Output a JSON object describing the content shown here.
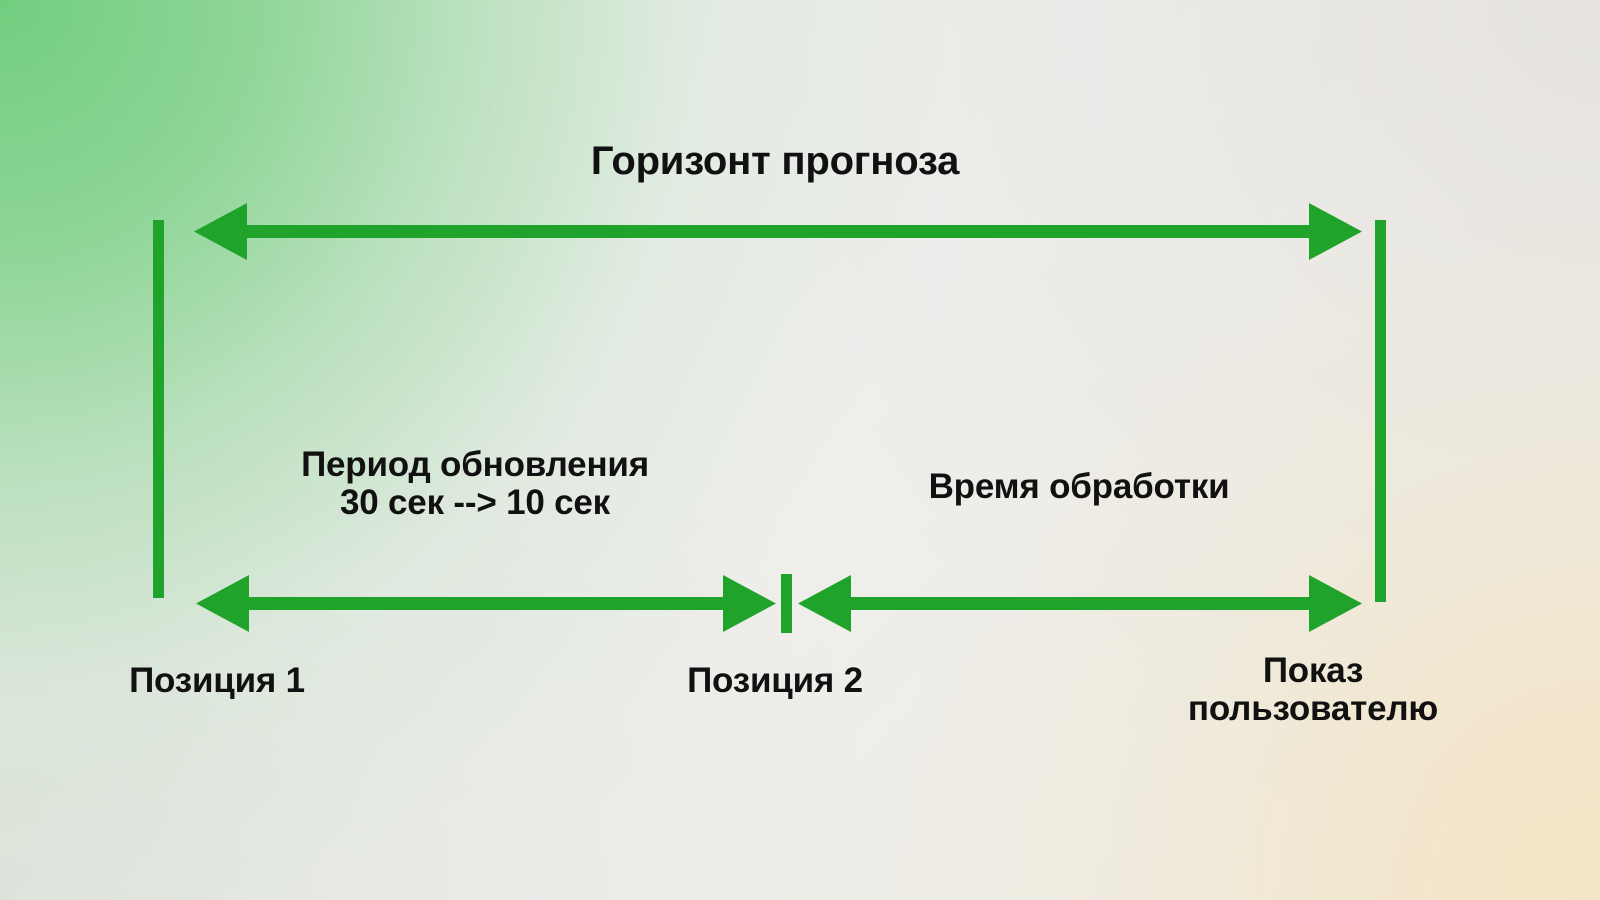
{
  "diagram": {
    "title": "Горизонт прогноза",
    "labels": {
      "refresh_period": "Период обновления\n30 сек --> 10 сек",
      "processing_time": "Время обработки",
      "position_1": "Позиция 1",
      "position_2": "Позиция 2",
      "user_display": "Показ\nпользователю"
    },
    "colors": {
      "accent_green": "#1FA32A",
      "text": "#111111",
      "background_green": "#79D183",
      "background_cream": "#F0E5CE",
      "background_neutral": "#EDEEEC"
    },
    "segments": {
      "refresh_before": "30 сек",
      "refresh_after": "10 сек"
    },
    "icon_names": {
      "top_span_arrow": "double-arrow-horizontal-icon",
      "left_tick": "vertical-tick-icon",
      "right_tick": "vertical-tick-icon",
      "middle_tick": "vertical-tick-icon",
      "left_segment_arrow": "double-arrow-horizontal-icon",
      "right_segment_arrow": "double-arrow-horizontal-icon"
    }
  }
}
